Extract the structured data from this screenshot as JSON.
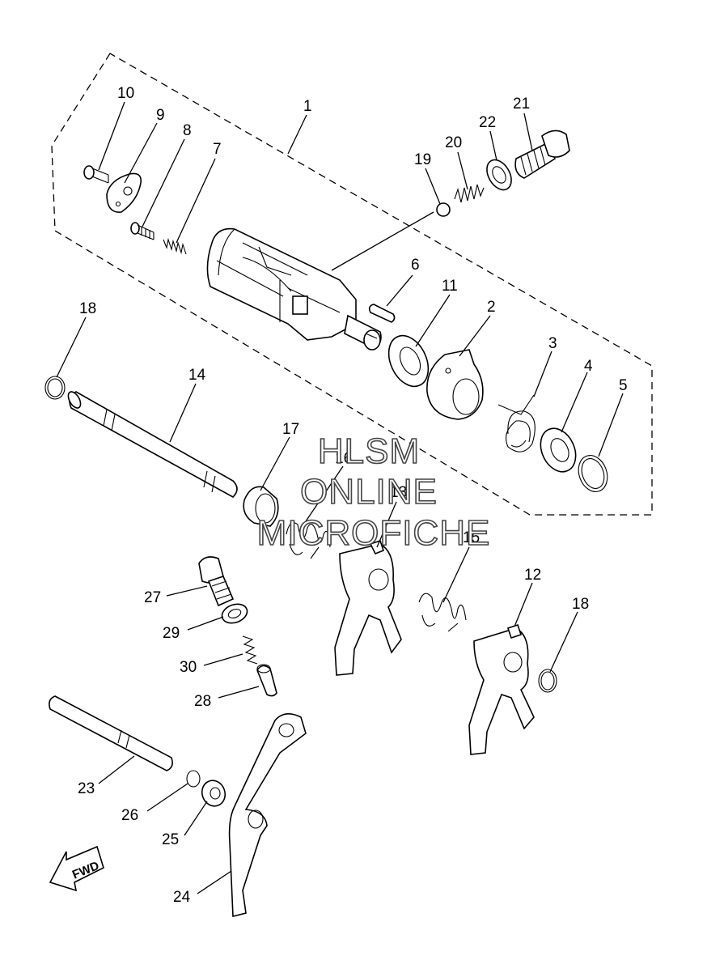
{
  "watermark": {
    "line1": "HLSM",
    "line2": "ONLINE",
    "line3": "MICROFICHE"
  },
  "direction_label": "FWD",
  "callouts": {
    "n1": "1",
    "n2": "2",
    "n3": "3",
    "n4": "4",
    "n5": "5",
    "n6": "6",
    "n7": "7",
    "n8": "8",
    "n9": "9",
    "n10": "10",
    "n11": "11",
    "n12": "12",
    "n13": "13",
    "n14": "14",
    "n15": "15",
    "n16": "16",
    "n17": "17",
    "n18a": "18",
    "n18b": "18",
    "n19": "19",
    "n20": "20",
    "n21": "21",
    "n22": "22",
    "n23": "23",
    "n24": "24",
    "n25": "25",
    "n26": "26",
    "n27": "27",
    "n28": "28",
    "n29": "29",
    "n30": "30"
  }
}
